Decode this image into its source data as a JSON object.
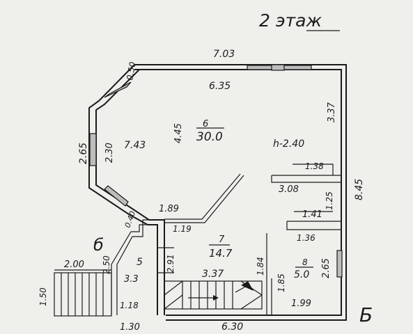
{
  "title": "2 этаж",
  "corner_mark": "Б",
  "room_main": {
    "number": "6",
    "area": "30.0"
  },
  "room_stair": {
    "number": "7",
    "area": "14.7"
  },
  "room_small": {
    "number": "8",
    "area": "5.0"
  },
  "room_five": {
    "number": "5",
    "area": "3.3"
  },
  "ceiling_height": "h-2.40",
  "letter_b": "б",
  "dimensions": {
    "top_outer": "7.03",
    "top_inner": "6.35",
    "diag_top": "0.50",
    "bay_outer": "2.65",
    "bay_inner": "2.30",
    "room_width": "7.43",
    "room_depth": "4.45",
    "right_upper": "3.37",
    "right_outer": "8.45",
    "ledge1": "1.38",
    "ledge2": "1.41",
    "ledge3": "1.36",
    "ledge_span": "3.08",
    "right_mid": "1.25",
    "mid_len": "1.89",
    "diag_bottom": "0.40",
    "corr": "1.19",
    "v_291": "2.91",
    "stair_len": "3.37",
    "v_184": "1.84",
    "v_185": "1.85",
    "right_low": "2.65",
    "bottom_right": "1.99",
    "left_250": "2.50",
    "stair_w": "2.00",
    "left_150": "1.50",
    "v_118": "1.18",
    "bottom_left": "1.30",
    "bottom_outer": "6.30"
  }
}
